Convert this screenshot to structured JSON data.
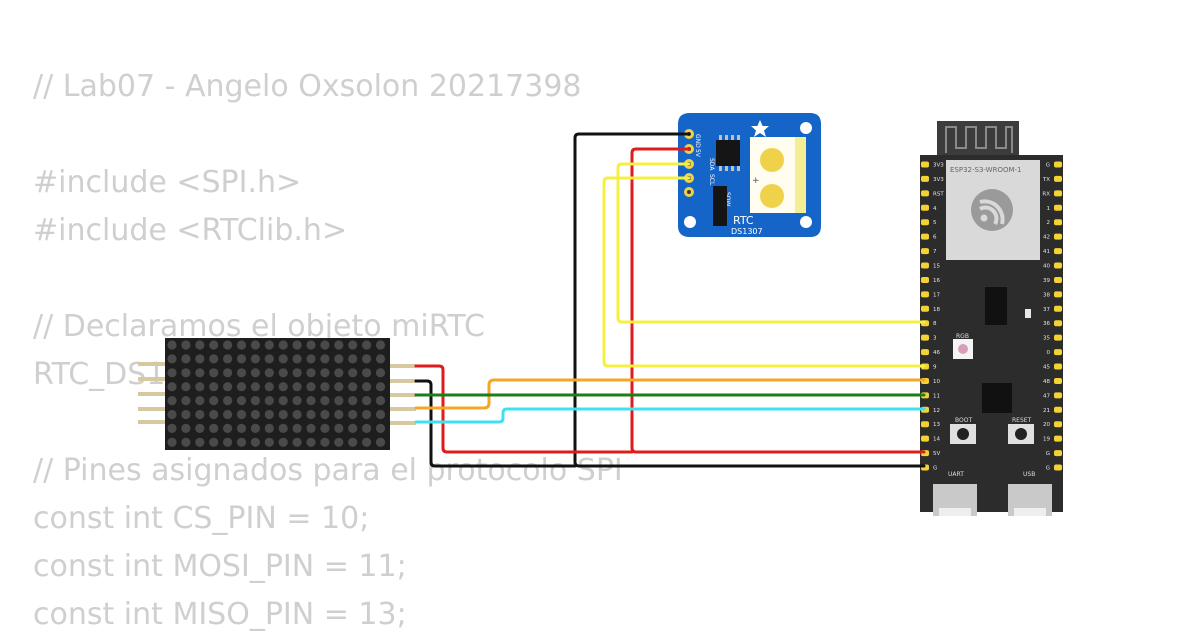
{
  "code_lines": [
    "// Lab07 - Angelo Oxsolon 20217398",
    "",
    "#include <SPI.h>",
    "#include <RTClib.h>",
    "",
    "// Declaramos el objeto miRTC",
    "RTC_DS1307 miRTC;",
    "",
    "// Pines asignados para el protocolo SPI",
    "const int CS_PIN = 10;",
    "const int MOSI_PIN = 11;",
    "const int MISO_PIN = 13;"
  ],
  "rtc_module": {
    "title": "RTC",
    "chip": "DS1307",
    "pins": [
      "GND",
      "5V",
      "SDA",
      "SCL",
      "SQW"
    ]
  },
  "esp32": {
    "module_label": "ESP32-S3-WROOM-1",
    "rgb_label": "RGB",
    "boot_label": "BOOT",
    "reset_label": "RESET",
    "uart_label": "UART",
    "usb_label": "USB",
    "left_pins": [
      "3V3",
      "3V3",
      "RST",
      "4",
      "5",
      "6",
      "7",
      "15",
      "16",
      "17",
      "18",
      "8",
      "3",
      "46",
      "9",
      "10",
      "11",
      "12",
      "13",
      "14",
      "5V",
      "G"
    ],
    "right_pins": [
      "G",
      "TX",
      "RX",
      "1",
      "2",
      "42",
      "41",
      "40",
      "39",
      "38",
      "37",
      "36",
      "35",
      "0",
      "45",
      "48",
      "47",
      "21",
      "20",
      "19",
      "G",
      "G"
    ]
  },
  "wire_colors": {
    "gnd": "#111111",
    "vcc": "#e01b1b",
    "i2c": "#f5f040",
    "cs": "#f5a623",
    "mosi": "#1a7f1a",
    "clk": "#3fe0f0"
  }
}
